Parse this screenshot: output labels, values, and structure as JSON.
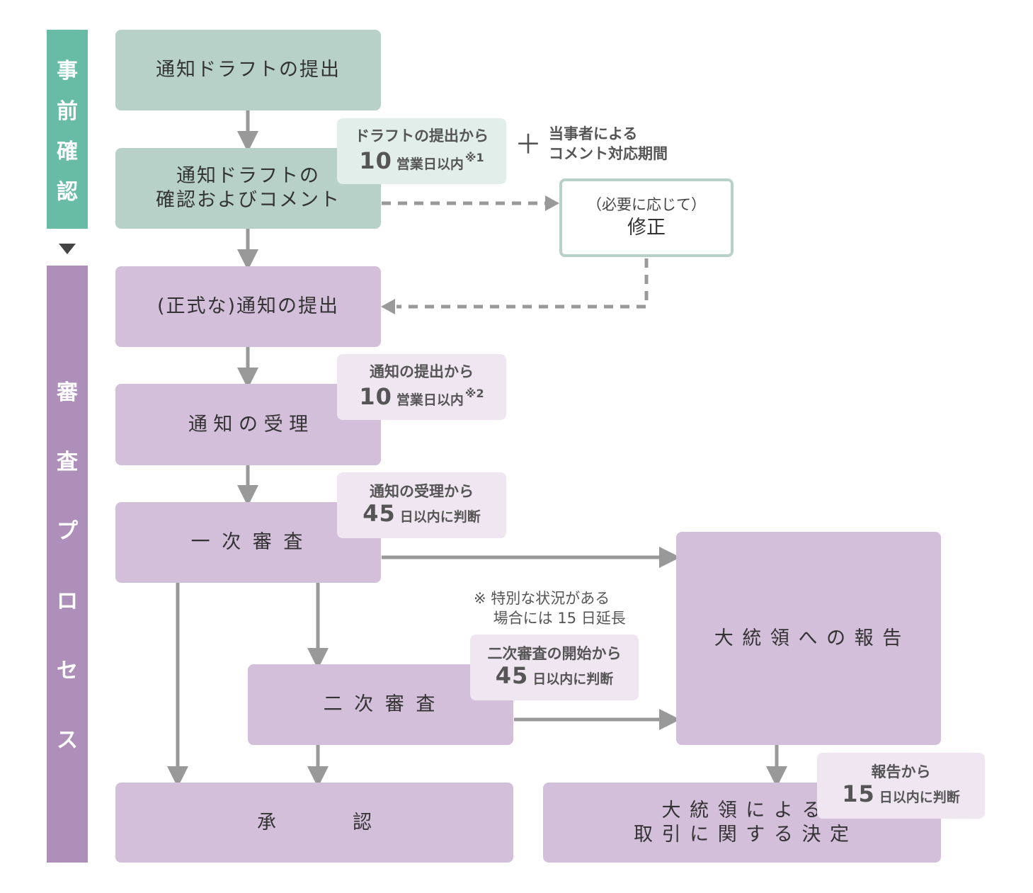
{
  "phases": {
    "pre": {
      "label": [
        "事",
        "前",
        "確",
        "認"
      ],
      "color": "#68bba5"
    },
    "review": {
      "label": [
        "審",
        "査",
        "プ",
        "ロ",
        "セ",
        "ス"
      ],
      "color": "#ad8fba"
    }
  },
  "boxes": {
    "draft_submit": "通知ドラフトの提出",
    "draft_review": "通知ドラフトの\n確認およびコメント",
    "formal_submit": "(正式な)通知の提出",
    "acceptance": "通 知 の 受 理",
    "first_review": "一 次 審 査",
    "second_review": "二 次 審 査",
    "report": "大 統 領 へ の 報 告",
    "approval": "承　　　　認",
    "decision": "大 統 領 に よ る\n取 引 に 関 す る 決 定"
  },
  "revision": {
    "line1": "（必要に応じて）",
    "line2": "修正"
  },
  "notes": {
    "n1": {
      "line1": "ドラフトの提出から",
      "big": "10",
      "rest": "営業日以内",
      "mark": "※1"
    },
    "n2": {
      "line1": "通知の提出から",
      "big": "10",
      "rest": "営業日以内",
      "mark": "※2"
    },
    "n3": {
      "line1": "通知の受理から",
      "big": "45",
      "rest": "日以内に判断"
    },
    "n4": {
      "line1": "二次審査の開始から",
      "big": "45",
      "rest": "日以内に判断"
    },
    "n5": {
      "line1": "報告から",
      "big": "15",
      "rest": "日以内に判断"
    }
  },
  "plus_sign": "＋",
  "party_comment": "当事者による\nコメント対応期間",
  "special_note": "※ 特別な状況がある\n　 場合には 15 日延長",
  "colors": {
    "green_box": "#b7d1c9",
    "purple_box": "#d3bfda",
    "arrow": "#999999"
  }
}
